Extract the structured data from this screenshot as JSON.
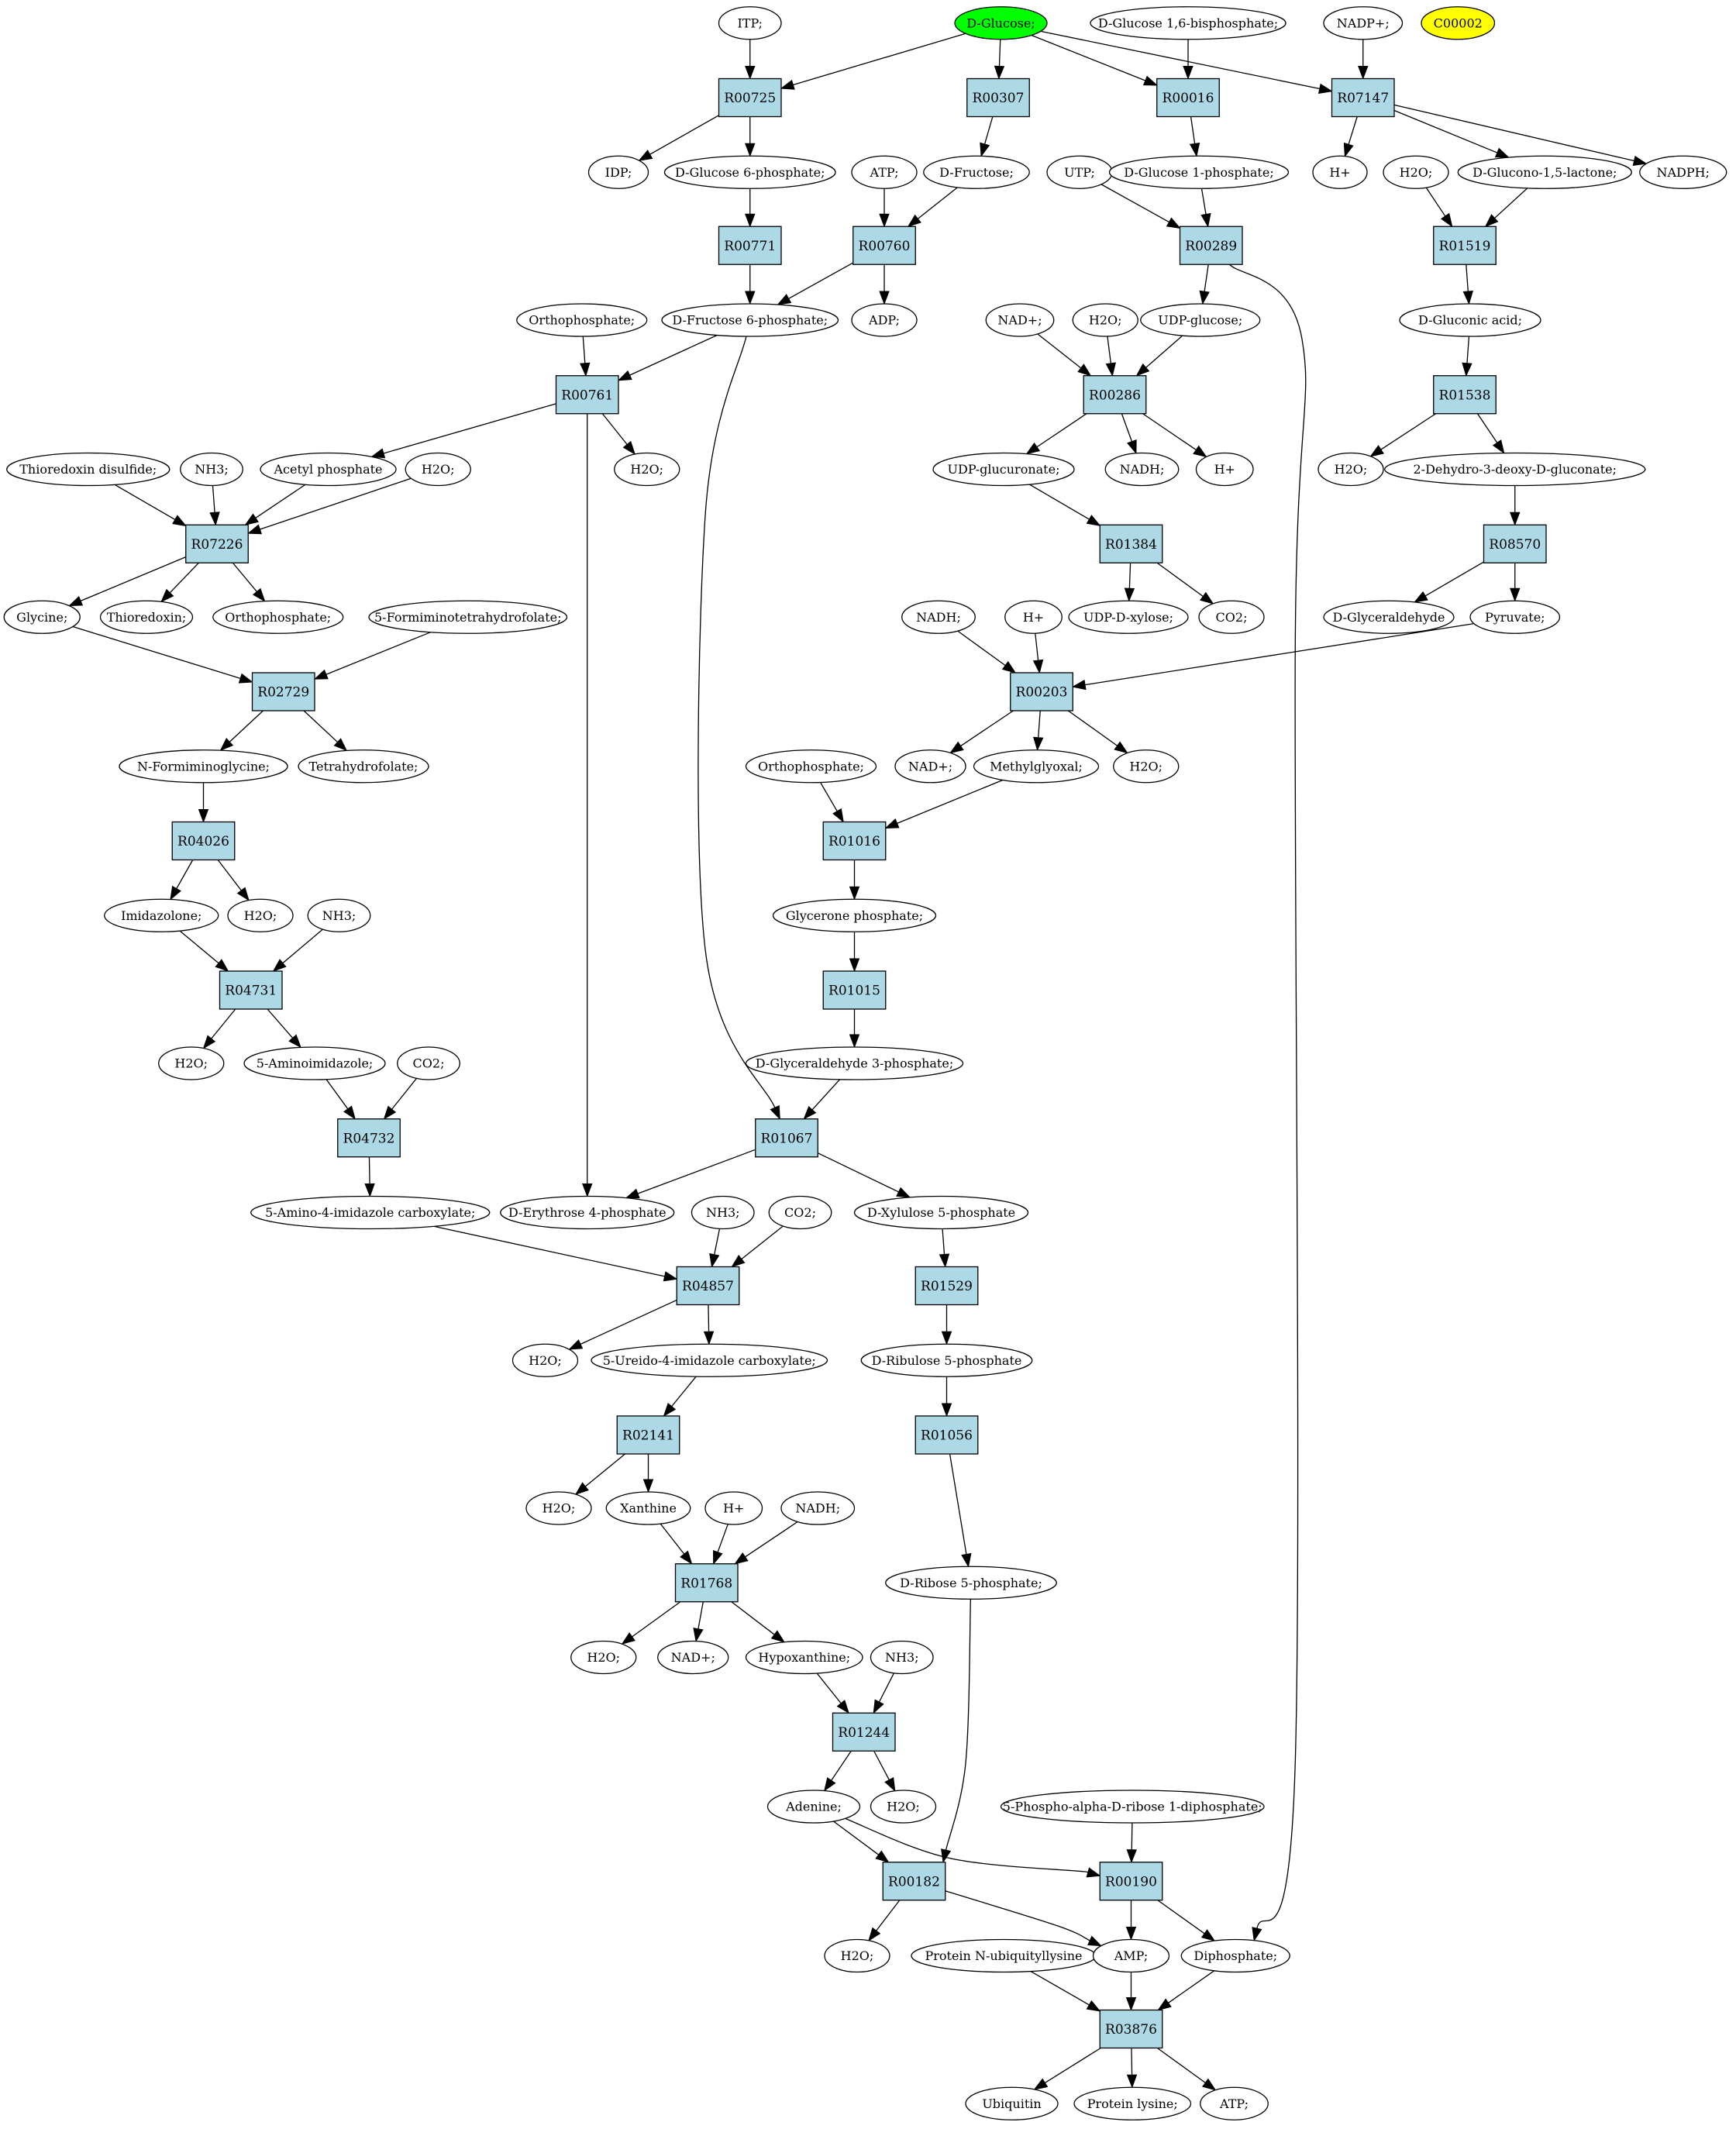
{
  "colors": {
    "reaction": "#add8e6",
    "source_compound": "#00ff00",
    "highlight_compound": "#ffff00",
    "compound": "#ffffff",
    "line": "#000000"
  },
  "compounds": {
    "itp": {
      "label": "ITP;"
    },
    "dglucose": {
      "label": "D-Glucose;",
      "color": "#00ff00"
    },
    "dglc16bp": {
      "label": "D-Glucose 1,6-bisphosphate;"
    },
    "nadp": {
      "label": "NADP+;"
    },
    "c00002": {
      "label": "C00002",
      "color": "#ffff00"
    },
    "idp": {
      "label": "IDP;"
    },
    "dg6p": {
      "label": "D-Glucose 6-phosphate;"
    },
    "atp1": {
      "label": "ATP;"
    },
    "dfru": {
      "label": "D-Fructose;"
    },
    "utp": {
      "label": "UTP;"
    },
    "dg1p": {
      "label": "D-Glucose 1-phosphate;"
    },
    "hplus1": {
      "label": "H+"
    },
    "h2o1": {
      "label": "H2O;"
    },
    "glucono": {
      "label": "D-Glucono-1,5-lactone;"
    },
    "nadph": {
      "label": "NADPH;"
    },
    "orthop1": {
      "label": "Orthophosphate;"
    },
    "df6p": {
      "label": "D-Fructose 6-phosphate;"
    },
    "adp": {
      "label": "ADP;"
    },
    "nad1": {
      "label": "NAD+;"
    },
    "h2o2": {
      "label": "H2O;"
    },
    "udpglc": {
      "label": "UDP-glucose;"
    },
    "glcacid": {
      "label": "D-Gluconic acid;"
    },
    "thiodis": {
      "label": "Thioredoxin disulfide;"
    },
    "nh31": {
      "label": "NH3;"
    },
    "acp": {
      "label": "Acetyl phosphate"
    },
    "h2o3": {
      "label": "H2O;"
    },
    "h2o4": {
      "label": "H2O;"
    },
    "udpglcu": {
      "label": "UDP-glucuronate;"
    },
    "nadh1": {
      "label": "NADH;"
    },
    "hplus2": {
      "label": "H+"
    },
    "h2o5": {
      "label": "H2O;"
    },
    "kdg": {
      "label": "2-Dehydro-3-deoxy-D-gluconate;"
    },
    "glycine": {
      "label": "Glycine;"
    },
    "thio": {
      "label": "Thioredoxin;"
    },
    "orthop2": {
      "label": "Orthophosphate;"
    },
    "fithf": {
      "label": "5-Formiminotetrahydrofolate;"
    },
    "udpxyl": {
      "label": "UDP-D-xylose;"
    },
    "co21": {
      "label": "CO2;"
    },
    "dglyald": {
      "label": "D-Glyceraldehyde"
    },
    "pyruvate": {
      "label": "Pyruvate;"
    },
    "nadh2": {
      "label": "NADH;"
    },
    "hplus3": {
      "label": "H+"
    },
    "nfgly": {
      "label": "N-Formiminoglycine;"
    },
    "thf": {
      "label": "Tetrahydrofolate;"
    },
    "orthop3": {
      "label": "Orthophosphate;"
    },
    "nad2": {
      "label": "NAD+;"
    },
    "mgly": {
      "label": "Methylglyoxal;"
    },
    "h2o6": {
      "label": "H2O;"
    },
    "imidazolone": {
      "label": "Imidazolone;"
    },
    "h2o7": {
      "label": "H2O;"
    },
    "nh32": {
      "label": "NH3;"
    },
    "gnp": {
      "label": "Glycerone phosphate;"
    },
    "h2o8": {
      "label": "H2O;"
    },
    "aminoimid": {
      "label": "5-Aminoimidazole;"
    },
    "co22": {
      "label": "CO2;"
    },
    "g3p": {
      "label": "D-Glyceraldehyde 3-phosphate;"
    },
    "aic": {
      "label": "5-Amino-4-imidazole carboxylate;"
    },
    "e4p": {
      "label": "D-Erythrose 4-phosphate"
    },
    "nh33": {
      "label": "NH3;"
    },
    "co23": {
      "label": "CO2;"
    },
    "x5p": {
      "label": "D-Xylulose 5-phosphate"
    },
    "h2o9": {
      "label": "H2O;"
    },
    "uic": {
      "label": "5-Ureido-4-imidazole carboxylate;"
    },
    "ru5p": {
      "label": "D-Ribulose 5-phosphate"
    },
    "h2o10": {
      "label": "H2O;"
    },
    "xanthine": {
      "label": "Xanthine"
    },
    "hplus4": {
      "label": "H+"
    },
    "nadh3": {
      "label": "NADH;"
    },
    "r5p": {
      "label": "D-Ribose 5-phosphate;"
    },
    "h2o11": {
      "label": "H2O;"
    },
    "nad3": {
      "label": "NAD+;"
    },
    "hypox": {
      "label": "Hypoxanthine;"
    },
    "nh34": {
      "label": "NH3;"
    },
    "adenine": {
      "label": "Adenine;"
    },
    "h2o12": {
      "label": "H2O;"
    },
    "prpp": {
      "label": "5-Phospho-alpha-D-ribose 1-diphosphate;"
    },
    "h2o13": {
      "label": "H2O;"
    },
    "pnubl": {
      "label": "Protein N-ubiquityllysine"
    },
    "amp": {
      "label": "AMP;"
    },
    "diphos": {
      "label": "Diphosphate;"
    },
    "ubiquitin": {
      "label": "Ubiquitin"
    },
    "plys": {
      "label": "Protein lysine;"
    },
    "atp2": {
      "label": "ATP;"
    }
  },
  "reactions": {
    "R00725": {
      "label": "R00725"
    },
    "R00307": {
      "label": "R00307"
    },
    "R00016": {
      "label": "R00016"
    },
    "R07147": {
      "label": "R07147"
    },
    "R00771": {
      "label": "R00771"
    },
    "R00760": {
      "label": "R00760"
    },
    "R00289": {
      "label": "R00289"
    },
    "R01519": {
      "label": "R01519"
    },
    "R00761": {
      "label": "R00761"
    },
    "R00286": {
      "label": "R00286"
    },
    "R01538": {
      "label": "R01538"
    },
    "R07226": {
      "label": "R07226"
    },
    "R01384": {
      "label": "R01384"
    },
    "R08570": {
      "label": "R08570"
    },
    "R02729": {
      "label": "R02729"
    },
    "R00203": {
      "label": "R00203"
    },
    "R04026": {
      "label": "R04026"
    },
    "R01016": {
      "label": "R01016"
    },
    "R04731": {
      "label": "R04731"
    },
    "R01015": {
      "label": "R01015"
    },
    "R04732": {
      "label": "R04732"
    },
    "R01067": {
      "label": "R01067"
    },
    "R04857": {
      "label": "R04857"
    },
    "R01529": {
      "label": "R01529"
    },
    "R02141": {
      "label": "R02141"
    },
    "R01056": {
      "label": "R01056"
    },
    "R01768": {
      "label": "R01768"
    },
    "R01244": {
      "label": "R01244"
    },
    "R00182": {
      "label": "R00182"
    },
    "R00190": {
      "label": "R00190"
    },
    "R03876": {
      "label": "R03876"
    }
  },
  "edges": [
    [
      "itp",
      "R00725"
    ],
    [
      "dglucose",
      "R00725"
    ],
    [
      "dglucose",
      "R00307"
    ],
    [
      "dglucose",
      "R00016"
    ],
    [
      "dglucose",
      "R07147"
    ],
    [
      "dglc16bp",
      "R00016"
    ],
    [
      "nadp",
      "R07147"
    ],
    [
      "R00725",
      "idp"
    ],
    [
      "R00725",
      "dg6p"
    ],
    [
      "R00307",
      "dfru"
    ],
    [
      "R00016",
      "dg1p"
    ],
    [
      "R07147",
      "hplus1"
    ],
    [
      "R07147",
      "glucono"
    ],
    [
      "R07147",
      "nadph"
    ],
    [
      "dg6p",
      "R00771"
    ],
    [
      "atp1",
      "R00760"
    ],
    [
      "dfru",
      "R00760"
    ],
    [
      "utp",
      "R00289"
    ],
    [
      "dg1p",
      "R00289"
    ],
    [
      "h2o1",
      "R01519"
    ],
    [
      "glucono",
      "R01519"
    ],
    [
      "R00771",
      "df6p"
    ],
    [
      "R00760",
      "df6p"
    ],
    [
      "R00760",
      "adp"
    ],
    [
      "R00289",
      "udpglc"
    ],
    [
      "R00289",
      "diphos"
    ],
    [
      "R01519",
      "glcacid"
    ],
    [
      "orthop1",
      "R00761"
    ],
    [
      "df6p",
      "R00761"
    ],
    [
      "df6p",
      "R01067"
    ],
    [
      "nad1",
      "R00286"
    ],
    [
      "h2o2",
      "R00286"
    ],
    [
      "udpglc",
      "R00286"
    ],
    [
      "glcacid",
      "R01538"
    ],
    [
      "R00761",
      "acp"
    ],
    [
      "R00761",
      "h2o4"
    ],
    [
      "R00761",
      "e4p"
    ],
    [
      "R00286",
      "udpglcu"
    ],
    [
      "R00286",
      "nadh1"
    ],
    [
      "R00286",
      "hplus2"
    ],
    [
      "R01538",
      "h2o5"
    ],
    [
      "R01538",
      "kdg"
    ],
    [
      "thiodis",
      "R07226"
    ],
    [
      "nh31",
      "R07226"
    ],
    [
      "acp",
      "R07226"
    ],
    [
      "h2o3",
      "R07226"
    ],
    [
      "udpglcu",
      "R01384"
    ],
    [
      "kdg",
      "R08570"
    ],
    [
      "R07226",
      "glycine"
    ],
    [
      "R07226",
      "thio"
    ],
    [
      "R07226",
      "orthop2"
    ],
    [
      "R01384",
      "udpxyl"
    ],
    [
      "R01384",
      "co21"
    ],
    [
      "R08570",
      "dglyald"
    ],
    [
      "R08570",
      "pyruvate"
    ],
    [
      "glycine",
      "R02729"
    ],
    [
      "fithf",
      "R02729"
    ],
    [
      "nadh2",
      "R00203"
    ],
    [
      "hplus3",
      "R00203"
    ],
    [
      "pyruvate",
      "R00203"
    ],
    [
      "R02729",
      "nfgly"
    ],
    [
      "R02729",
      "thf"
    ],
    [
      "R00203",
      "nad2"
    ],
    [
      "R00203",
      "mgly"
    ],
    [
      "R00203",
      "h2o6"
    ],
    [
      "nfgly",
      "R04026"
    ],
    [
      "orthop3",
      "R01016"
    ],
    [
      "mgly",
      "R01016"
    ],
    [
      "R04026",
      "imidazolone"
    ],
    [
      "R04026",
      "h2o7"
    ],
    [
      "R01016",
      "gnp"
    ],
    [
      "imidazolone",
      "R04731"
    ],
    [
      "nh32",
      "R04731"
    ],
    [
      "gnp",
      "R01015"
    ],
    [
      "R04731",
      "h2o8"
    ],
    [
      "R04731",
      "aminoimid"
    ],
    [
      "R01015",
      "g3p"
    ],
    [
      "aminoimid",
      "R04732"
    ],
    [
      "co22",
      "R04732"
    ],
    [
      "g3p",
      "R01067"
    ],
    [
      "R04732",
      "aic"
    ],
    [
      "R01067",
      "e4p"
    ],
    [
      "R01067",
      "x5p"
    ],
    [
      "aic",
      "R04857"
    ],
    [
      "nh33",
      "R04857"
    ],
    [
      "co23",
      "R04857"
    ],
    [
      "x5p",
      "R01529"
    ],
    [
      "R04857",
      "h2o9"
    ],
    [
      "R04857",
      "uic"
    ],
    [
      "R01529",
      "ru5p"
    ],
    [
      "uic",
      "R02141"
    ],
    [
      "ru5p",
      "R01056"
    ],
    [
      "R02141",
      "h2o10"
    ],
    [
      "R02141",
      "xanthine"
    ],
    [
      "R01056",
      "r5p"
    ],
    [
      "xanthine",
      "R01768"
    ],
    [
      "hplus4",
      "R01768"
    ],
    [
      "nadh3",
      "R01768"
    ],
    [
      "R01768",
      "h2o11"
    ],
    [
      "R01768",
      "nad3"
    ],
    [
      "R01768",
      "hypox"
    ],
    [
      "hypox",
      "R01244"
    ],
    [
      "nh34",
      "R01244"
    ],
    [
      "R01244",
      "adenine"
    ],
    [
      "R01244",
      "h2o12"
    ],
    [
      "adenine",
      "R00182"
    ],
    [
      "r5p",
      "R00182"
    ],
    [
      "adenine",
      "R00190"
    ],
    [
      "prpp",
      "R00190"
    ],
    [
      "R00182",
      "h2o13"
    ],
    [
      "R00182",
      "amp"
    ],
    [
      "R00190",
      "amp"
    ],
    [
      "R00190",
      "diphos"
    ],
    [
      "pnubl",
      "R03876"
    ],
    [
      "amp",
      "R03876"
    ],
    [
      "diphos",
      "R03876"
    ],
    [
      "R03876",
      "ubiquitin"
    ],
    [
      "R03876",
      "plys"
    ],
    [
      "R03876",
      "atp2"
    ]
  ]
}
